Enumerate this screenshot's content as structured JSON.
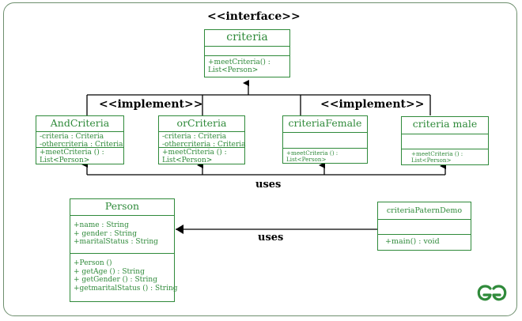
{
  "labels": {
    "interface": "<<interface>>",
    "implement_left": "<<implement>>",
    "implement_right": "<<implement>>",
    "uses_top": "uses",
    "uses_bottom": "uses"
  },
  "criteria": {
    "name": "criteria",
    "methods": [
      "+meetCriteria() :",
      "List<Person>"
    ]
  },
  "and_criteria": {
    "name": "AndCriteria",
    "attrs": [
      "-criteria : Criteria",
      "-othercriteria : Criteria"
    ],
    "methods": [
      "+meetCriteria () :",
      "List<Person>"
    ]
  },
  "or_criteria": {
    "name": "orCriteria",
    "attrs": [
      "-criteria : Criteria",
      "-othercriteria : Criteria"
    ],
    "methods": [
      "+meetCriteria () :",
      "List<Person>"
    ]
  },
  "criteria_female": {
    "name": "criteriaFemale",
    "methods": [
      "+meetCriteria () :",
      "List<Person>"
    ]
  },
  "criteria_male": {
    "name": "criteria male",
    "methods": [
      "+meetCriteria () :",
      "List<Person>"
    ]
  },
  "person": {
    "name": "Person",
    "attrs": [
      "+name : String",
      "+ gender : String",
      "+maritalStatus : String"
    ],
    "methods": [
      "+Person ()",
      "+ getAge () : String",
      "+ getGender () : String",
      "+getmaritalStatus () : String"
    ]
  },
  "demo": {
    "name": "criteriaPaternDemo",
    "methods": [
      "+main() : void"
    ]
  },
  "colors": {
    "class_green": "#2f8a3a",
    "frame": "#6e8f6e",
    "logo_green": "#2f8a3a"
  },
  "logo": {
    "icon": "geeksforgeeks-logo"
  }
}
